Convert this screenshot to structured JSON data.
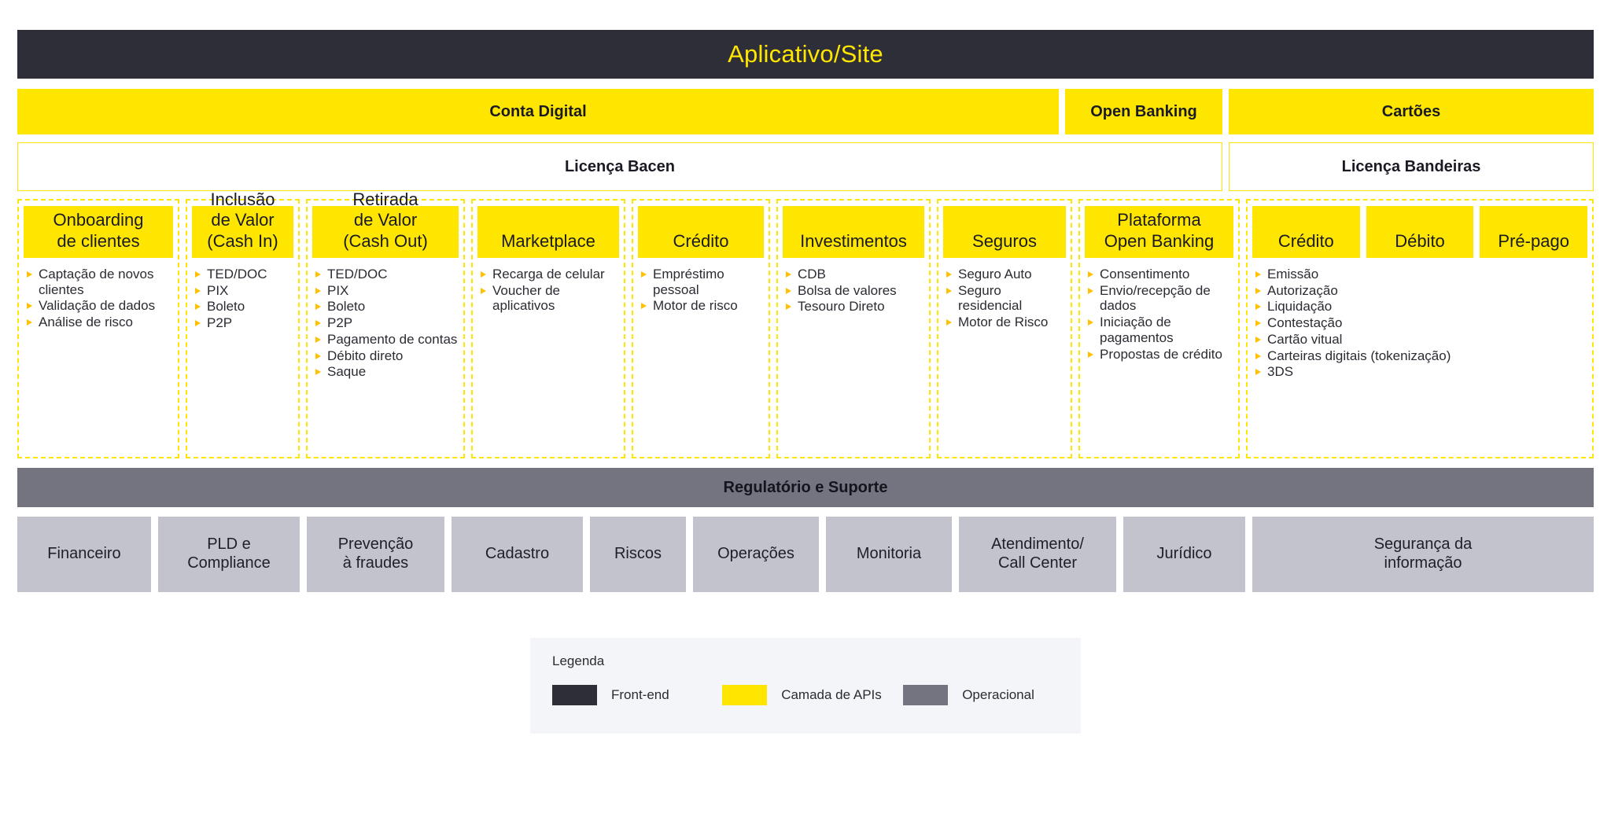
{
  "frontend": {
    "title": "Aplicativo/Site"
  },
  "api_row": [
    {
      "label": "Conta Digital",
      "name": "api-cell-conta-digital"
    },
    {
      "label": "Open Banking",
      "name": "api-cell-open-banking"
    },
    {
      "label": "Cartões",
      "name": "api-cell-cartoes"
    }
  ],
  "license_row": [
    {
      "label": "Licença Bacen"
    },
    {
      "label": "Licença Bandeiras"
    }
  ],
  "capabilities": [
    {
      "title": "Onboarding\nde clientes",
      "items": [
        "Captação de novos clientes",
        "Validação de dados",
        "Análise de risco"
      ]
    },
    {
      "title": "Inclusão\nde Valor\n(Cash In)",
      "items": [
        "TED/DOC",
        "PIX",
        "Boleto",
        "P2P"
      ]
    },
    {
      "title": "Retirada\nde Valor\n(Cash Out)",
      "items": [
        "TED/DOC",
        "PIX",
        "Boleto",
        "P2P",
        "Pagamento de contas",
        "Débito direto",
        "Saque"
      ]
    },
    {
      "title": "Marketplace",
      "items": [
        "Recarga de celular",
        "Voucher de aplicativos"
      ]
    },
    {
      "title": "Crédito",
      "items": [
        "Empréstimo pessoal",
        "Motor de risco"
      ]
    },
    {
      "title": "Investimentos",
      "items": [
        "CDB",
        "Bolsa de valores",
        "Tesouro Direto"
      ]
    },
    {
      "title": "Seguros",
      "items": [
        "Seguro Auto",
        "Seguro residencial",
        "Motor de Risco"
      ]
    },
    {
      "title": "Plataforma\nOpen Banking",
      "items": [
        "Consentimento",
        "Envio/recepção de dados",
        "Iniciação de pagamentos",
        "Propostas de crédito"
      ]
    }
  ],
  "cards_group": {
    "heads": [
      "Crédito",
      "Débito",
      "Pré-pago"
    ],
    "items": [
      "Emissão",
      "Autorização",
      "Liquidação",
      "Contestação",
      "Cartão vitual",
      "Carteiras digitais (tokenização)",
      "3DS"
    ]
  },
  "ops_band": {
    "label": "Regulatório e Suporte"
  },
  "ops_tiles": [
    "Financeiro",
    "PLD e\nCompliance",
    "Prevenção\nà fraudes",
    "Cadastro",
    "Riscos",
    "Operações",
    "Monitoria",
    "Atendimento/\nCall Center",
    "Jurídico",
    "Segurança da\ninformação"
  ],
  "legend": {
    "title": "Legenda",
    "items": [
      {
        "label": "Front-end",
        "color": "#2e2e38"
      },
      {
        "label": "Camada de APIs",
        "color": "#ffe600"
      },
      {
        "label": "Operacional",
        "color": "#747480"
      }
    ]
  },
  "colors": {
    "front_end": "#2e2e38",
    "api_yellow": "#ffe600",
    "operational_gray": "#747480",
    "tile_gray": "#c3c3ce",
    "legend_bg": "#f4f5f9"
  }
}
